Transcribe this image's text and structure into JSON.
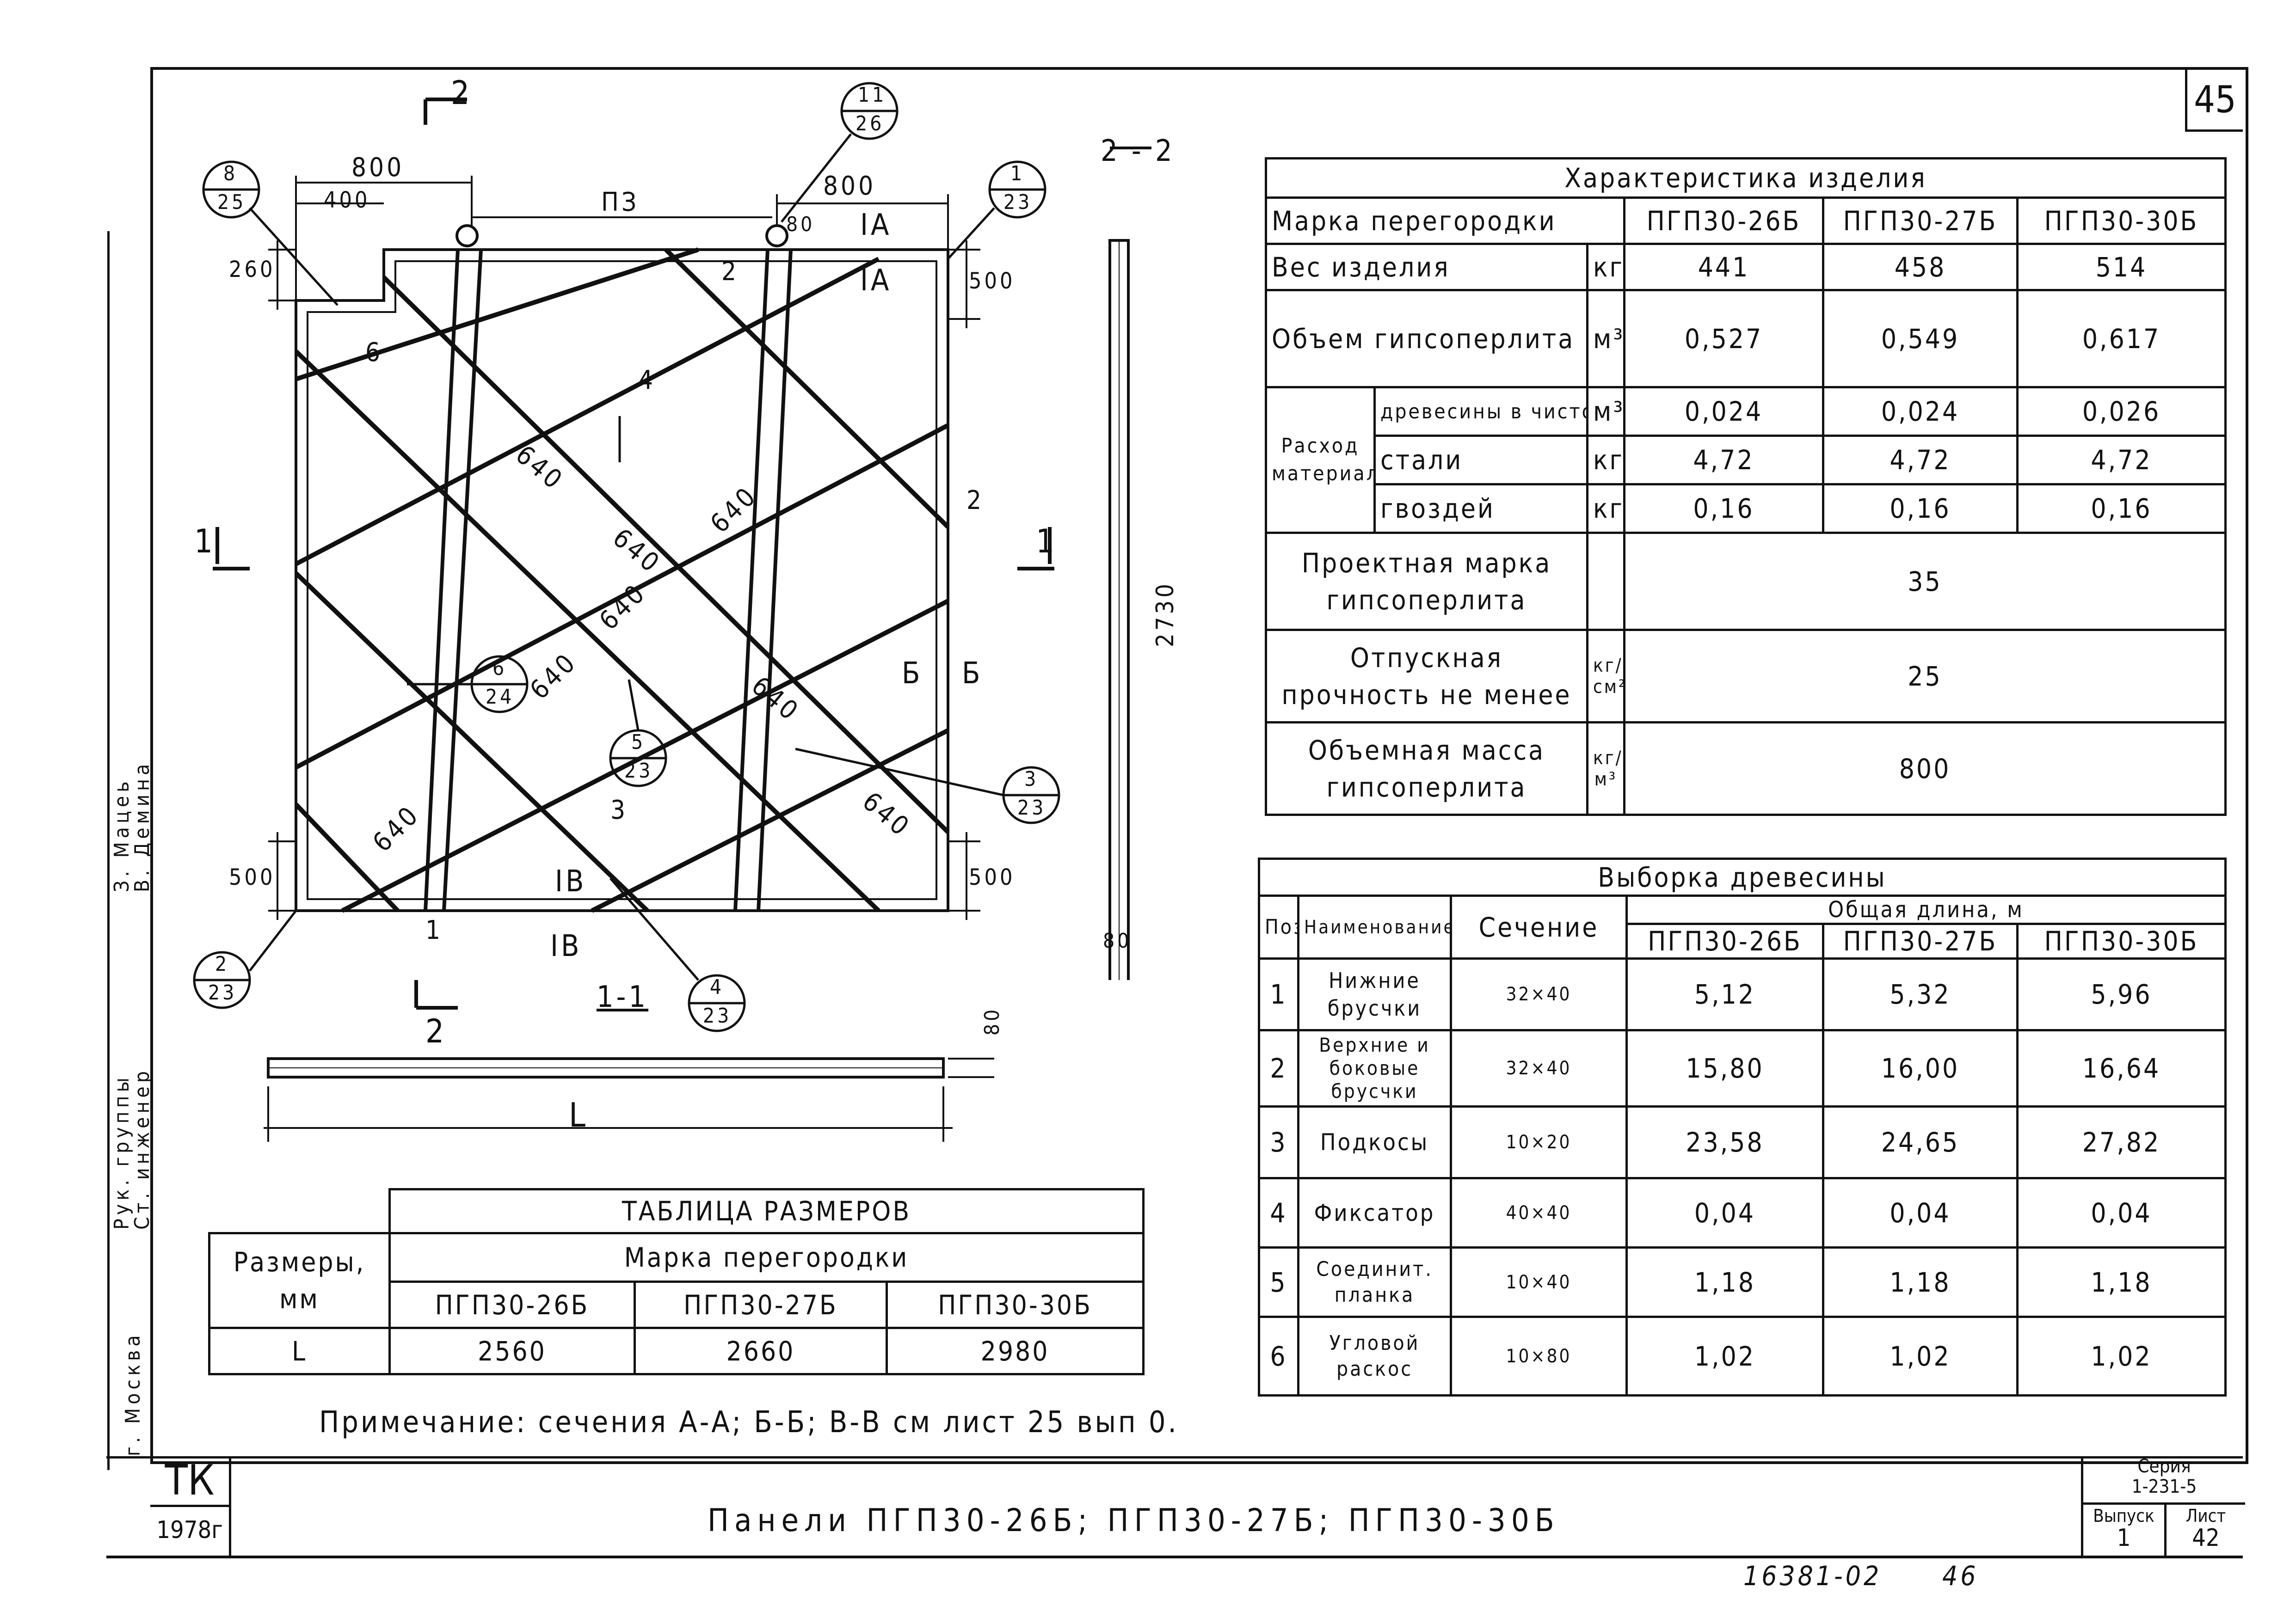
{
  "sheet": {
    "number": "45",
    "bottom_number": "16381-02",
    "bottom_page": "46"
  },
  "drawing": {
    "section_cut_top": "2",
    "section_cut_bottom": "2",
    "section_1_left": "1",
    "section_1_right": "1",
    "dims": {
      "d800_left": "800",
      "d400": "400",
      "d800_right": "800",
      "d260": "260",
      "d500_tr": "500",
      "d500_bl": "500",
      "d500_br": "500",
      "d80": "80",
      "d640": "640",
      "pz": "ПЗ",
      "cut_1a": "IА",
      "cut_1b": "IВ",
      "cut_b": "Б"
    },
    "markers": [
      {
        "top": "8",
        "bottom": "25"
      },
      {
        "top": "11",
        "bottom": "26"
      },
      {
        "top": "1",
        "bottom": "23"
      },
      {
        "top": "4",
        "bottom": ""
      },
      {
        "top": "6",
        "bottom": "24"
      },
      {
        "top": "5",
        "bottom": "23"
      },
      {
        "top": "3",
        "bottom": "23"
      },
      {
        "top": "2",
        "bottom": "23"
      },
      {
        "top": "4",
        "bottom": "23"
      }
    ],
    "part_labels": {
      "p1": "1",
      "p2": "2",
      "p3": "3",
      "p6": "6",
      "p2b": "2"
    },
    "section_22_title": "2 - 2",
    "section_22_height": "2730",
    "section_22_width": "80",
    "section_11_title": "1-1",
    "section_11_L": "L",
    "section_11_thk": "80"
  },
  "sizes_table": {
    "title": "ТАБЛИЦА   РАЗМЕРОВ",
    "row_header": "Размеры, мм",
    "mark_header": "Марка перегородки",
    "marks": [
      "ПГП30-26Б",
      "ПГП30-27Б",
      "ПГП30-30Б"
    ],
    "row_label": "L",
    "values": [
      "2560",
      "2660",
      "2980"
    ]
  },
  "note": "Примечание: сечения А-А; Б-Б; В-В см лист 25 вып 0.",
  "char_table": {
    "title": "Характеристика изделия",
    "mark_header": "Марка перегородки",
    "marks": [
      "ПГП30-26Б",
      "ПГП30-27Б",
      "ПГП30-30Б"
    ],
    "rows": [
      {
        "label": "Вес изделия",
        "unit": "кг",
        "values": [
          "441",
          "458",
          "514"
        ]
      },
      {
        "label": "Объем гипсоперлита",
        "unit": "м³",
        "values": [
          "0,527",
          "0,549",
          "0,617"
        ]
      }
    ],
    "consumption_label": "Расход материалов",
    "consumption_rows": [
      {
        "label": "древесины в чистоте",
        "unit": "м³",
        "values": [
          "0,024",
          "0,024",
          "0,026"
        ]
      },
      {
        "label": "стали",
        "unit": "кг",
        "values": [
          "4,72",
          "4,72",
          "4,72"
        ]
      },
      {
        "label": "гвоздей",
        "unit": "кг",
        "values": [
          "0,16",
          "0,16",
          "0,16"
        ]
      }
    ],
    "merged_rows": [
      {
        "label": "Проектная марка гипсоперлита",
        "unit": "",
        "value": "35"
      },
      {
        "label": "Отпускная прочность не менее",
        "unit": "кг/см²",
        "value": "25"
      },
      {
        "label": "Объемная масса гипсоперлита",
        "unit": "кг/м³",
        "value": "800"
      }
    ]
  },
  "wood_table": {
    "title": "Выборка древесины",
    "col_pos": "Поз",
    "col_name": "Наименование",
    "col_section": "Сечение",
    "total_length": "Общая длина, м",
    "marks": [
      "ПГП30-26Б",
      "ПГП30-27Б",
      "ПГП30-30Б"
    ],
    "rows": [
      {
        "pos": "1",
        "name": "Нижние брусчки",
        "sec": "32×40",
        "values": [
          "5,12",
          "5,32",
          "5,96"
        ]
      },
      {
        "pos": "2",
        "name": "Верхние и боковые брусчки",
        "sec": "32×40",
        "values": [
          "15,80",
          "16,00",
          "16,64"
        ]
      },
      {
        "pos": "3",
        "name": "Подкосы",
        "sec": "10×20",
        "values": [
          "23,58",
          "24,65",
          "27,82"
        ]
      },
      {
        "pos": "4",
        "name": "Фиксатор",
        "sec": "40×40",
        "values": [
          "0,04",
          "0,04",
          "0,04"
        ]
      },
      {
        "pos": "5",
        "name": "Соединит. планка",
        "sec": "10×40",
        "values": [
          "1,18",
          "1,18",
          "1,18"
        ]
      },
      {
        "pos": "6",
        "name": "Угловой раскос",
        "sec": "10×80",
        "values": [
          "1,02",
          "1,02",
          "1,02"
        ]
      }
    ]
  },
  "title_block": {
    "org": "ТК",
    "year": "1978г",
    "title": "Панели ПГП30-26Б; ПГП30-27Б; ПГП30-30Б",
    "series_label": "Серия",
    "series": "1-231-5",
    "issue_label": "Выпуск",
    "issue": "1",
    "sheet_label": "Лист",
    "sheet": "42"
  },
  "side_stamp": {
    "city": "г. Москва",
    "role1": "Рук. группы",
    "role2": "Ст. инженер",
    "name1": "З. Мацеь",
    "name2": "В. Демина"
  }
}
